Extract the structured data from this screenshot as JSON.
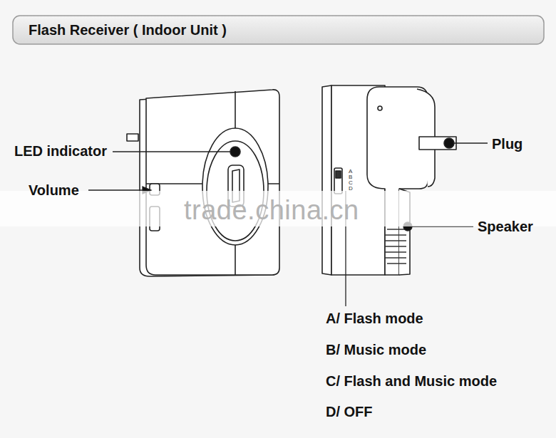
{
  "diagram": {
    "title": "Flash Receiver ( Indoor Unit )",
    "labels": [
      "LED indicator",
      "Plug",
      "Volume",
      "trade.china.cn",
      "Speaker",
      "A",
      "B",
      "C",
      "D",
      "A/ Flash mode",
      "B/ Music mode",
      "C/ Flash and Music mode",
      "D/ OFF"
    ]
  }
}
